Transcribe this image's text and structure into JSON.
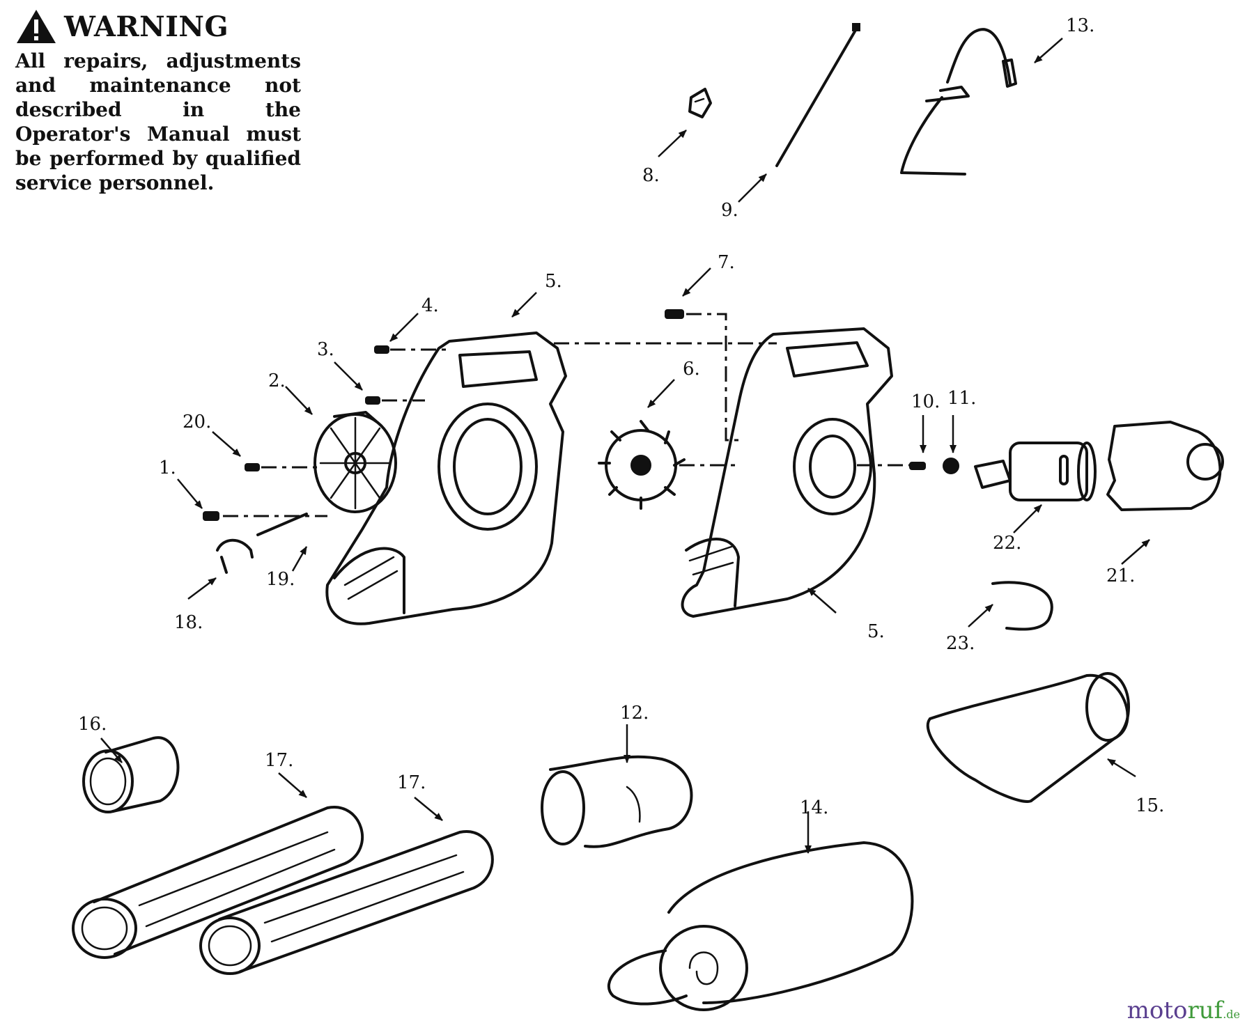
{
  "warning": {
    "title": "WARNING",
    "text": "All repairs, adjustments and maintenance not described in the Operator's Manual must be performed by qualified service personnel."
  },
  "callouts": {
    "p1": "1.",
    "p2": "2.",
    "p3": "3.",
    "p4": "4.",
    "p5a": "5.",
    "p5b": "5.",
    "p6": "6.",
    "p7": "7.",
    "p8": "8.",
    "p9": "9.",
    "p10": "10.",
    "p11": "11.",
    "p12": "12.",
    "p13": "13.",
    "p14": "14.",
    "p15": "15.",
    "p16": "16.",
    "p17a": "17.",
    "p17b": "17.",
    "p18": "18.",
    "p19": "19.",
    "p20": "20.",
    "p21": "21.",
    "p22": "22.",
    "p23": "23."
  },
  "watermark": {
    "name_a": "moto",
    "name_b": "ruf",
    "suffix": ".de"
  },
  "colors": {
    "ink": "#111111",
    "watermark_purple": "#5a3f8f",
    "watermark_green": "#3f9a3a"
  }
}
